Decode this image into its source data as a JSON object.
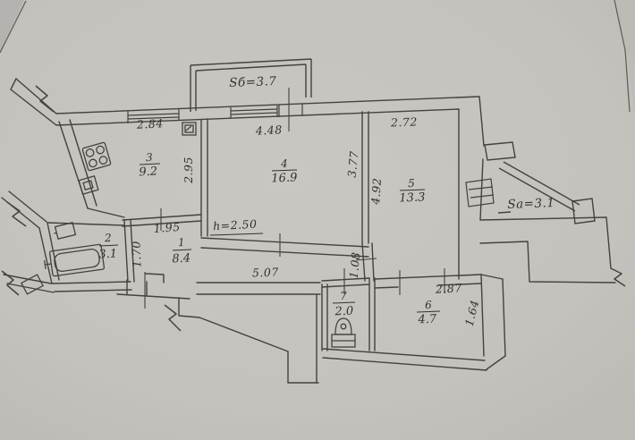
{
  "colors": {
    "paper": "#cac8c3",
    "ink": "#45423e",
    "text": "#35322e"
  },
  "balcony_top": {
    "label": "Sб=3.7"
  },
  "balcony_right": {
    "label": "Sа=3.1"
  },
  "ceiling_height": {
    "label": "h=2.50"
  },
  "rooms": [
    {
      "number": "1",
      "area": "8.4"
    },
    {
      "number": "2",
      "area": "3.1"
    },
    {
      "number": "3",
      "area": "9.2"
    },
    {
      "number": "4",
      "area": "16.9"
    },
    {
      "number": "5",
      "area": "13.3"
    },
    {
      "number": "6",
      "area": "4.7"
    },
    {
      "number": "7",
      "area": "2.0"
    }
  ],
  "dims": {
    "w284": "2.84",
    "w448": "4.48",
    "w272": "2.72",
    "v295": "2.95",
    "v377": "3.77",
    "v492": "4.92",
    "w195": "1.95",
    "v170": "1.70",
    "w507": "5.07",
    "v108": "1.08",
    "w287": "2.87",
    "v164": "1.64"
  },
  "icons": {
    "stove": "stove-icon",
    "kitchen_sink": "sink-icon",
    "bath_sink": "washbasin-icon",
    "bathtub": "bathtub-icon",
    "toilet": "toilet-icon",
    "vent": "vent-shaft-icon"
  }
}
